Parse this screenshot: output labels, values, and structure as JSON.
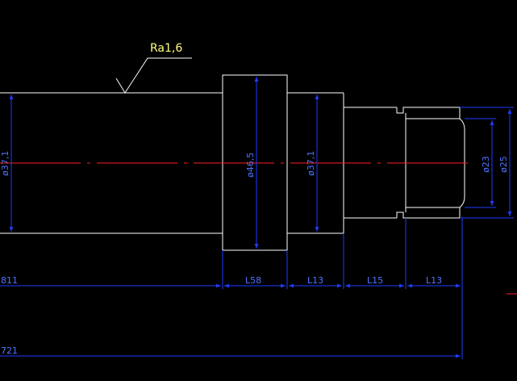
{
  "drawing": {
    "surface_finish": "Ra1,6",
    "diameters": {
      "d1": "ø37,1",
      "d2": "ø46,5",
      "d3": "ø37,1",
      "d4": "ø23",
      "d5": "ø25"
    },
    "lengths": {
      "left": "811",
      "l58": "L58",
      "l13a": "L13",
      "l15": "L15",
      "l13b": "L13",
      "total": "721"
    }
  },
  "colors": {
    "background": "#000000",
    "outline": "#ffffff",
    "dimension": "#1e3cff",
    "dimension_text": "#4f74ff",
    "centerline": "#ff2020",
    "annotation": "#ffff80"
  }
}
